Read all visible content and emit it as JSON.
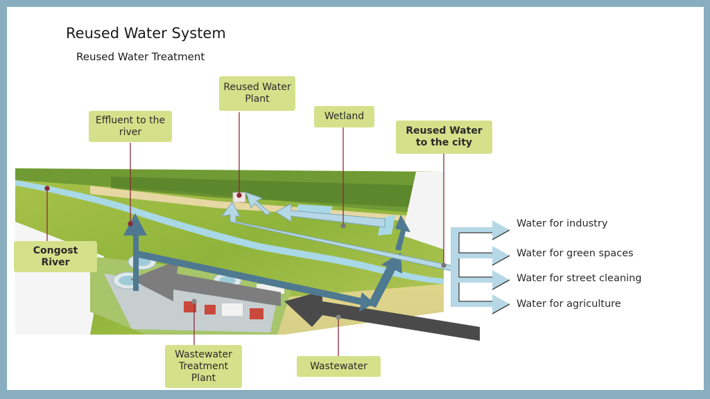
{
  "header": {
    "title": "Reused Water System",
    "subtitle": "Reused Water Treatment"
  },
  "callouts": {
    "effluent": "Effluent to the river",
    "reused_plant": "Reused Water Plant",
    "wetland": "Wetland",
    "reused_to_city": "Reused Water to the city",
    "congost_river": "Congost River",
    "wwtp": "Wastewater Treatment Plant",
    "wastewater": "Wastewater"
  },
  "uses": [
    "Water for industry",
    "Water for green spaces",
    "Water for street cleaning",
    "Water for agriculture"
  ],
  "colors": {
    "frame": "#88aebf",
    "label_bg": "#d4e18a",
    "leader_line": "#8b2a35",
    "effluent_arrow": "#4f7891",
    "reused_arrow": "#b6d8e6",
    "wastewater_arrow": "#4a4a4a",
    "treatment_arrow": "#7d7d7d"
  }
}
